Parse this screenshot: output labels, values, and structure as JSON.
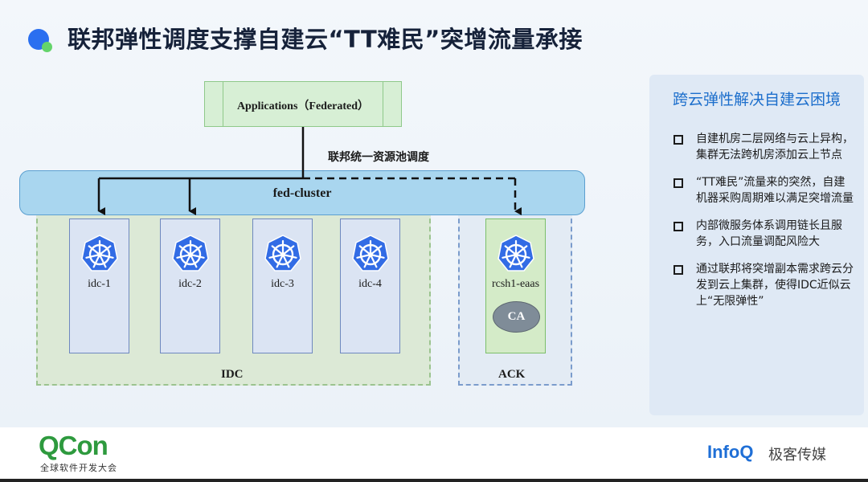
{
  "title": "联邦弹性调度支撑自建云“TT难民”突增流量承接",
  "diagram": {
    "applications_label": "Applications（Federated）",
    "pool_label": "联邦统一资源池调度",
    "fed_cluster_label": "fed-cluster",
    "idc_region_label": "IDC",
    "ack_region_label": "ACK",
    "nodes": [
      {
        "label": "idc-1",
        "icon": "kubernetes-icon"
      },
      {
        "label": "idc-2",
        "icon": "kubernetes-icon"
      },
      {
        "label": "idc-3",
        "icon": "kubernetes-icon"
      },
      {
        "label": "idc-4",
        "icon": "kubernetes-icon"
      },
      {
        "label": "rcsh1-eaas",
        "icon": "kubernetes-icon"
      }
    ],
    "ca_label": "CA",
    "colors": {
      "fed_bar": "#a9d6ef",
      "idc_region": "#dce9d6",
      "ack_region": "#e3ebf4",
      "node_idc": "#dbe4f3",
      "node_ack": "#d4ebc8",
      "k8s_blue": "#326ce5"
    }
  },
  "side_panel": {
    "title": "跨云弹性解决自建云困境",
    "items": [
      "自建机房二层网络与云上异构，集群无法跨机房添加云上节点",
      "“TT难民”流量来的突然，自建机器采购周期难以满足突增流量",
      "内部微服务体系调用链长且服务，入口流量调配风险大",
      "通过联邦将突增副本需求跨云分发到云上集群，使得IDC近似云上“无限弹性”"
    ]
  },
  "footer": {
    "qcon_logo": "QCon",
    "qcon_sub": "全球软件开发大会",
    "infoq_logo": "InfoQ",
    "infoq_sub": "极客传媒"
  }
}
